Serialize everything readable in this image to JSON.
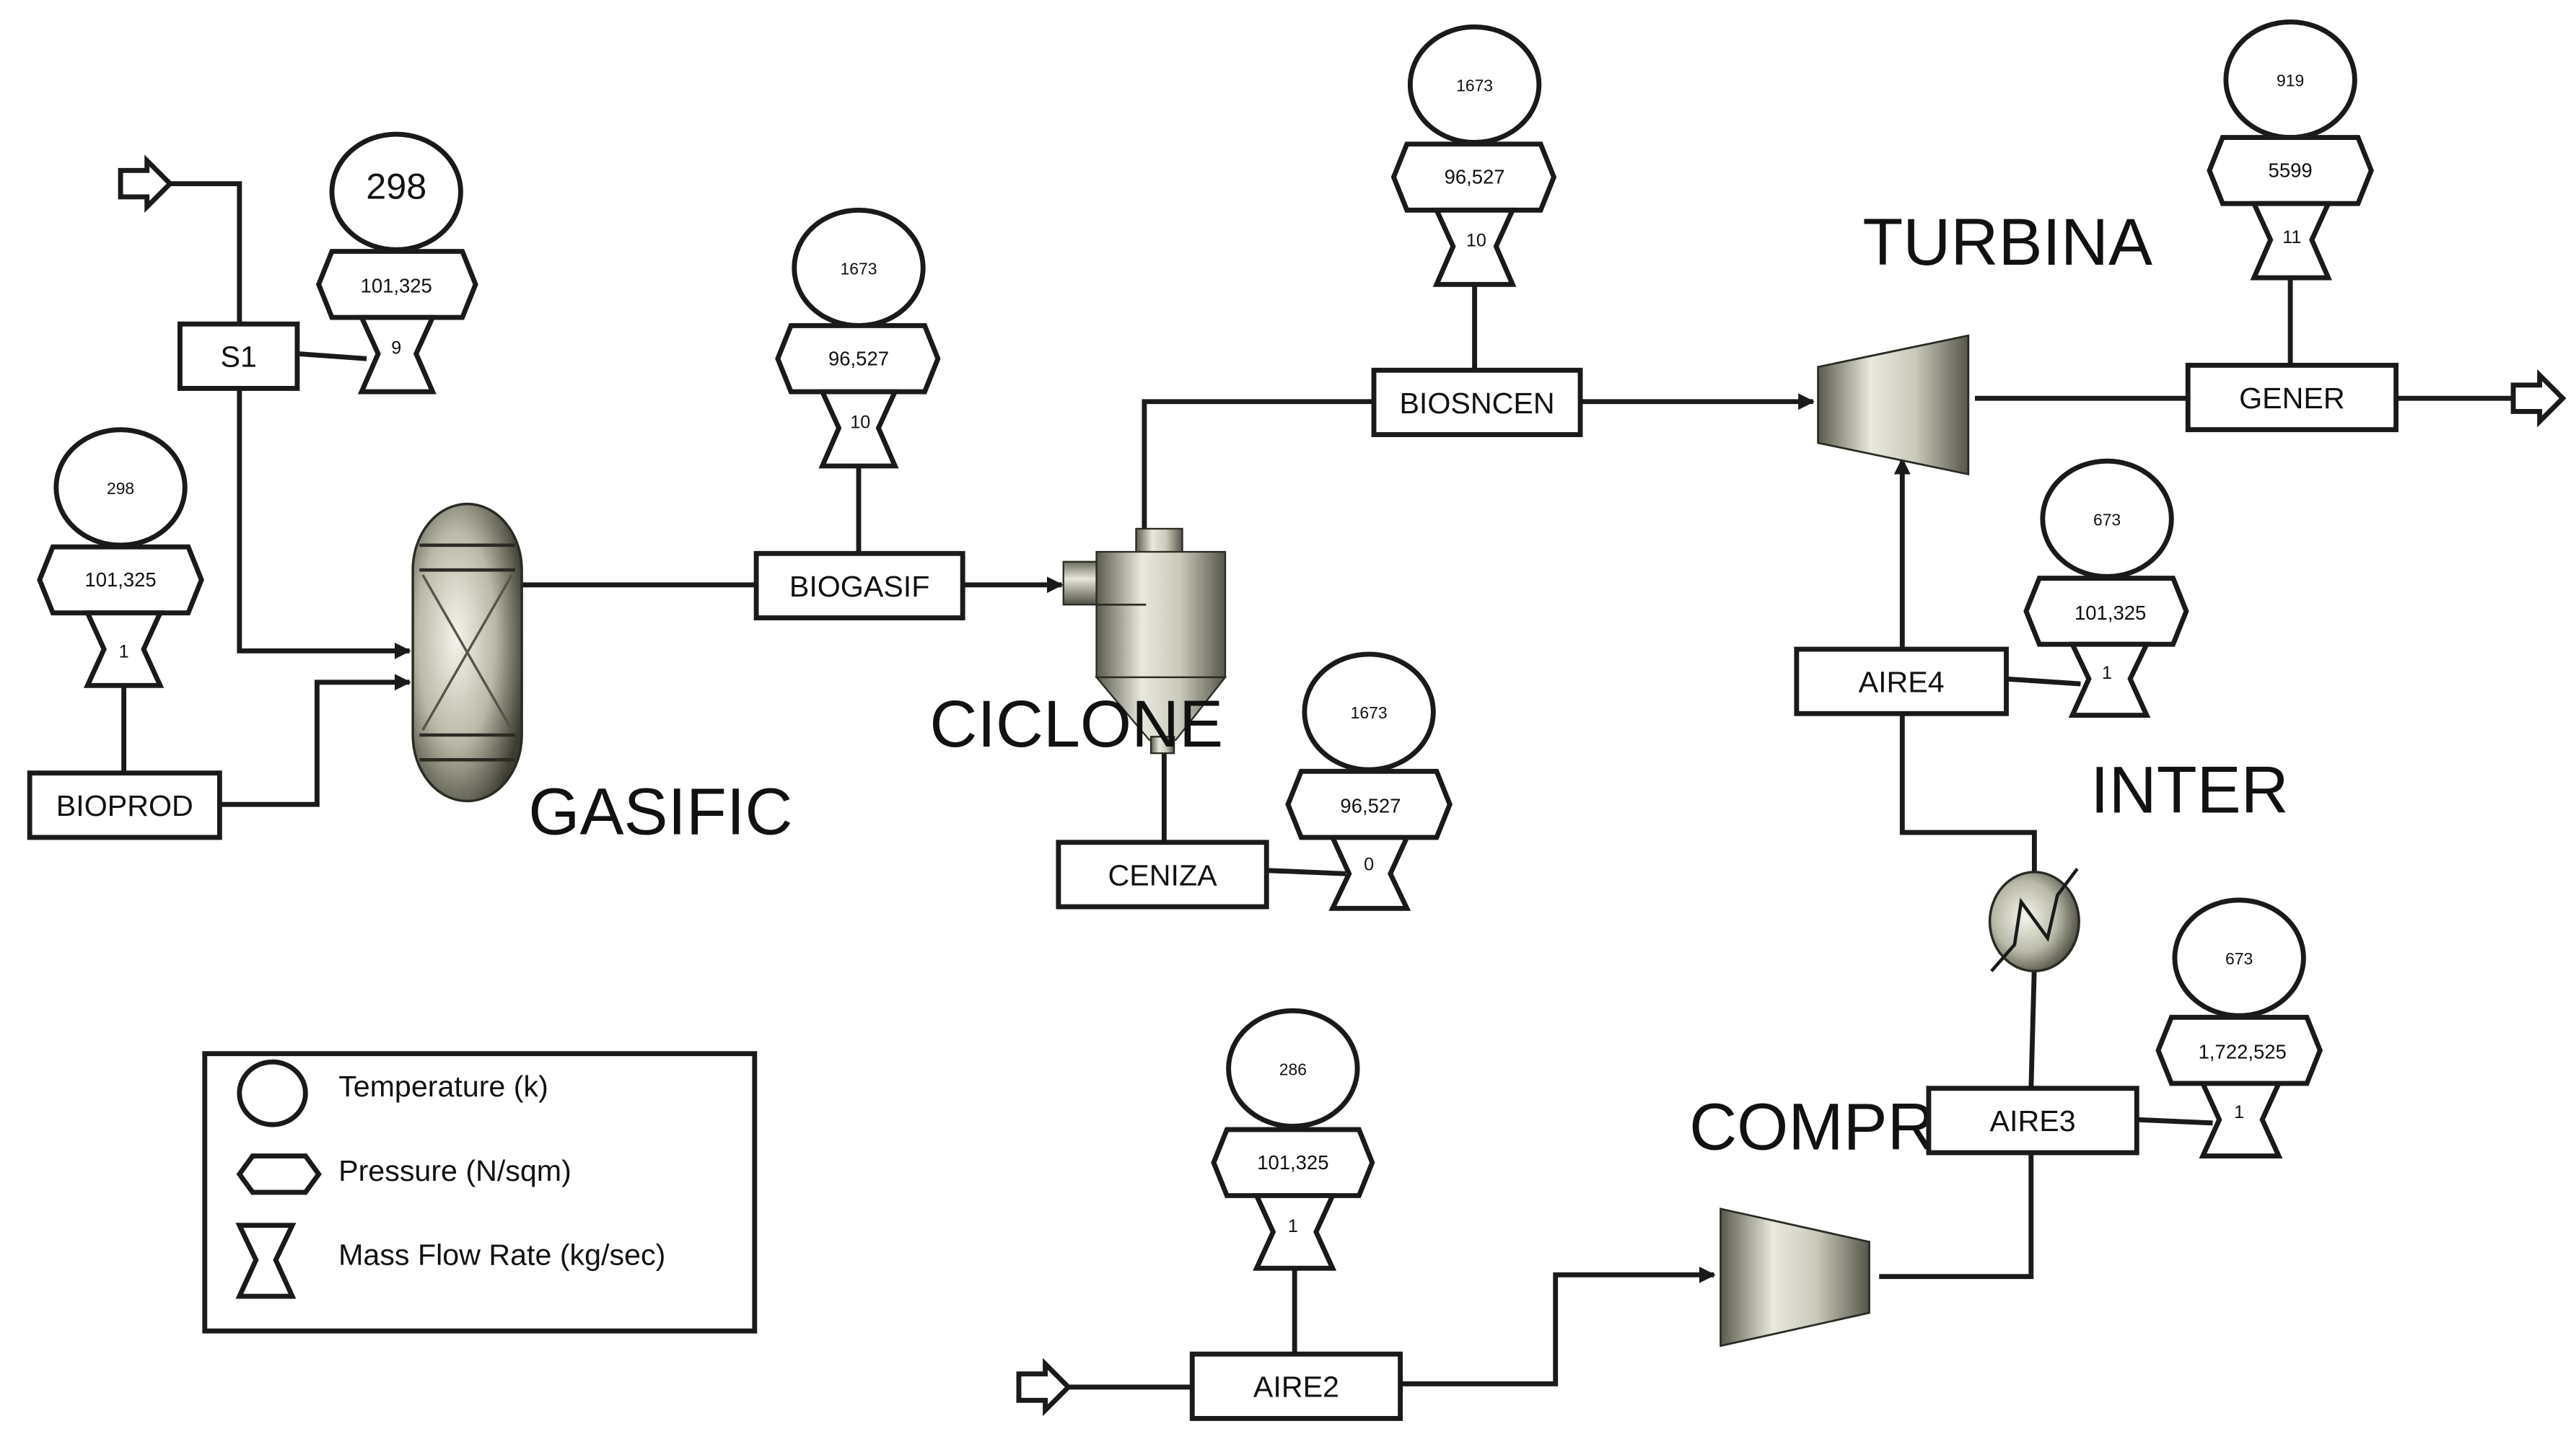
{
  "streams": {
    "s1": "S1",
    "bioprod": "BIOPROD",
    "biogasif": "BIOGASIF",
    "biosncen": "BIOSNCEN",
    "ceniza": "CENIZA",
    "gener": "GENER",
    "aire4": "AIRE4",
    "aire3": "AIRE3",
    "aire2": "AIRE2"
  },
  "units": {
    "gasific": "GASIFIC",
    "ciclone": "CICLONE",
    "turbina": "TURBINA",
    "inter": "INTER",
    "compreso": "COMPRESO"
  },
  "tags": {
    "s1": {
      "temperature": "298",
      "pressure": "101,325",
      "mass_flow": "9"
    },
    "bioprod": {
      "temperature": "298",
      "pressure": "101,325",
      "mass_flow": "1"
    },
    "biogasif": {
      "temperature": "1673",
      "pressure": "96,527",
      "mass_flow": "10"
    },
    "biosncen": {
      "temperature": "1673",
      "pressure": "96,527",
      "mass_flow": "10"
    },
    "ceniza": {
      "temperature": "1673",
      "pressure": "96,527",
      "mass_flow": "0"
    },
    "gener": {
      "temperature": "919",
      "pressure": "5599",
      "mass_flow": "11"
    },
    "aire4": {
      "temperature": "673",
      "pressure": "101,325",
      "mass_flow": "1"
    },
    "aire3": {
      "temperature": "673",
      "pressure": "1,722,525",
      "mass_flow": "1"
    },
    "aire2": {
      "temperature": "286",
      "pressure": "101,325",
      "mass_flow": "1"
    }
  },
  "legend": {
    "temperature": "Temperature (k)",
    "pressure": "Pressure (N/sqm)",
    "mass_flow": "Mass Flow Rate (kg/sec)"
  }
}
